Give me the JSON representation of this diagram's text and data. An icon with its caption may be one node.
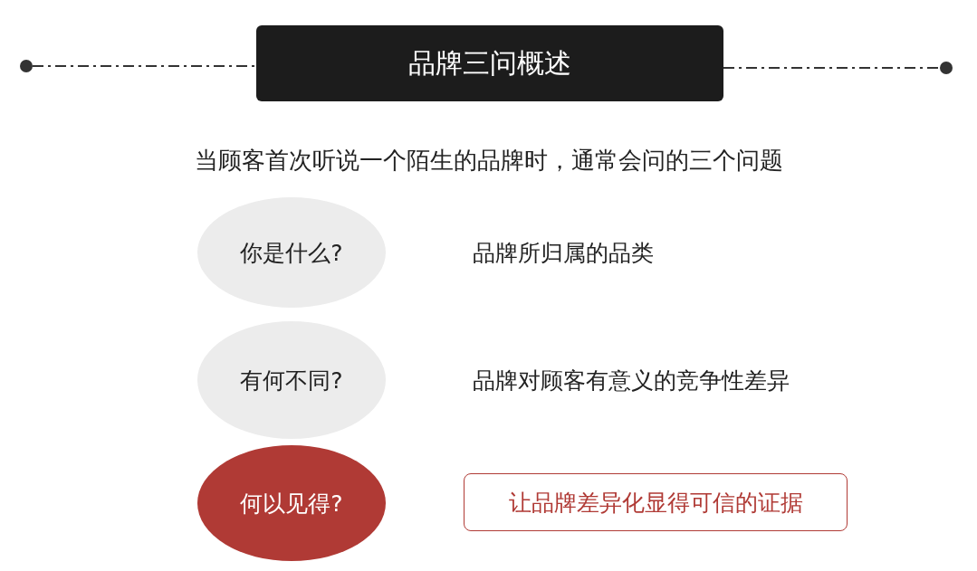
{
  "diagram": {
    "nodes": [
      {
        "text": [],
        "shape": "circle"
      },
      {
        "text": [
          "品牌三问概述"
        ]
      },
      {
        "text": [],
        "shape": "circle"
      },
      {
        "text": [
          "你是什么?"
        ],
        "beside": [
          "品牌所归属的品类"
        ]
      },
      {
        "text": [
          "有何不同?"
        ],
        "beside": [
          "品牌对顾客有意义的竞争性差异"
        ]
      },
      {
        "text": [
          "何以见得?"
        ]
      },
      {
        "text": [
          "让品牌差异化显得可信的证据"
        ]
      }
    ],
    "edges": [
      {
        "from": 0,
        "to": 1,
        "arrow": "none",
        "style": "dashed"
      },
      {
        "from": 1,
        "to": 2,
        "arrow": "none",
        "style": "dashed"
      }
    ],
    "labels": [
      "当顾客首次听说一个陌生的品牌时，通常会问的三个问题"
    ]
  }
}
